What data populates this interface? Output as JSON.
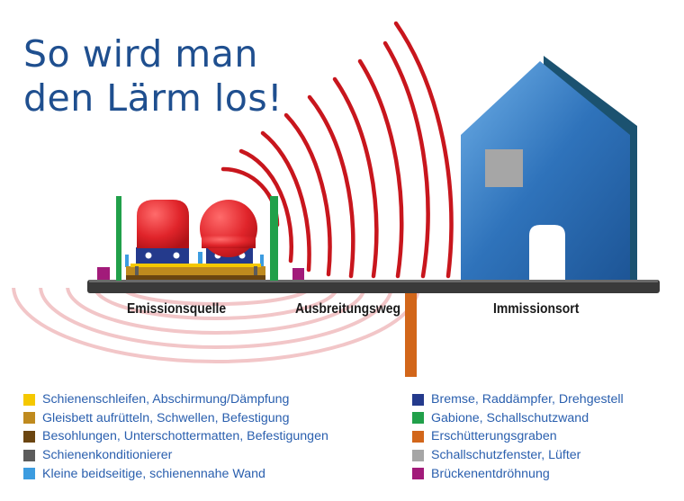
{
  "title": {
    "line1": "So wird man",
    "line2": "den Lärm los!"
  },
  "zones": {
    "emission": "Emissionsquelle",
    "propagation": "Ausbreitungsweg",
    "immission": "Immissionsort"
  },
  "colors": {
    "yellow": "#f5c800",
    "ochre": "#bf8a1e",
    "brown": "#6b4510",
    "darkgray": "#5c5c5c",
    "lightblue": "#3c9ce0",
    "navy": "#243a8c",
    "green": "#21a04a",
    "orange": "#d2661a",
    "lightgray": "#a6a6a6",
    "magenta": "#a21b7a",
    "wave_red": "#c8161d",
    "wave_pink": "#f2c6c8",
    "house_blue": "#2f73bb",
    "title_blue": "#1f4f8f"
  },
  "legend": {
    "left": [
      {
        "label": "Schienenschleifen, Abschirmung/Dämpfung",
        "color": "#f5c800"
      },
      {
        "label": "Gleisbett aufrütteln, Schwellen, Befestigung",
        "color": "#bf8a1e"
      },
      {
        "label": "Besohlungen, Unterschottermatten, Befestigungen",
        "color": "#6b4510"
      },
      {
        "label": "Schienenkonditionierer",
        "color": "#5c5c5c"
      },
      {
        "label": "Kleine beidseitige, schienennahe Wand",
        "color": "#3c9ce0"
      }
    ],
    "right": [
      {
        "label": "Bremse, Raddämpfer, Drehgestell",
        "color": "#243a8c"
      },
      {
        "label": "Gabione, Schallschutzwand",
        "color": "#21a04a"
      },
      {
        "label": "Erschütterungsgraben",
        "color": "#d2661a"
      },
      {
        "label": "Schallschutzfenster, Lüfter",
        "color": "#a6a6a6"
      },
      {
        "label": "Brückenentdröhnung",
        "color": "#a21b7a"
      }
    ]
  }
}
